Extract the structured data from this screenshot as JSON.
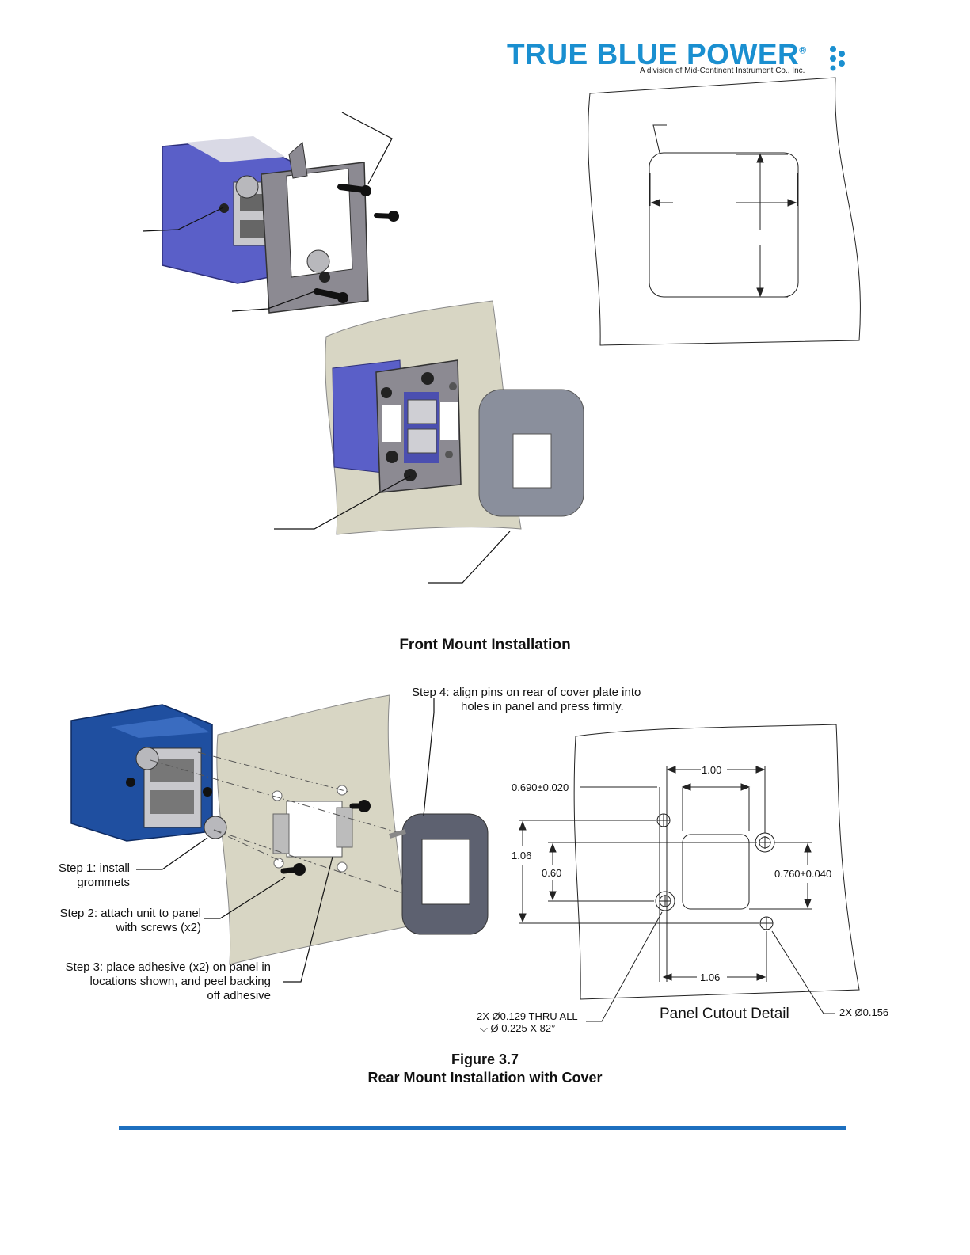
{
  "header": {
    "logo_text": "TRUE BLUE POWER",
    "logo_registered": "®",
    "logo_tagline": "A division of Mid-Continent Instrument Co., Inc."
  },
  "figures": {
    "front_caption": "Front Mount Installation",
    "figure_number": "Figure 3.7",
    "rear_caption": "Rear Mount Installation with Cover"
  },
  "rear_steps": {
    "step4": [
      "Step 4: align pins on rear of cover plate into",
      "holes in panel and press firmly."
    ],
    "step1": [
      "Step 1: install",
      "grommets"
    ],
    "step2": [
      "Step 2: attach unit to panel",
      "with screws (x2)"
    ],
    "step3": [
      "Step 3: place adhesive (x2) on panel in",
      "locations shown, and peel backing",
      "off adhesive"
    ]
  },
  "panel_cutout": {
    "title": "Panel Cutout Detail",
    "dim_top_width": "1.00",
    "dim_offset": "0.690±0.020",
    "dim_height_outer": "1.06",
    "dim_height_inner": "0.60",
    "dim_right": "0.760±0.040",
    "dim_bottom_width": "1.06",
    "hole_small": [
      "2X Ø0.129 THRU ALL",
      "⌵ Ø 0.225 X 82°"
    ],
    "hole_large": "2X Ø0.156"
  },
  "colors": {
    "brand_blue": "#1a8fd0",
    "footer_rule": "#1d6fbf",
    "unit_front": "#5a5fc8",
    "unit_rear": "#1f4fa0",
    "panel": "#d8d6c4",
    "cover": "#8a8f9c"
  }
}
